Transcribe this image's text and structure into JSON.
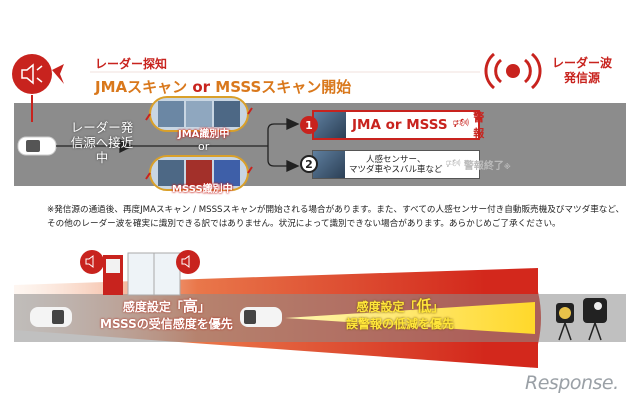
{
  "header": {
    "detect_label": "レーダー探知",
    "scan_jma": "JMAスキャン",
    "scan_or": " or ",
    "scan_msss": "MSSSスキャン開始",
    "source_label_line1": "レーダー波",
    "source_label_line2": "発信源"
  },
  "flow": {
    "approach_label": "レーダー発信源へ接近中",
    "jma_identifying": "JMA識別中",
    "or_label": "or",
    "msss_identifying": "MSSS識別中",
    "result1": {
      "number": "1",
      "text": "JMA or MSSS",
      "action": "警報"
    },
    "result2": {
      "number": "2",
      "text_line1": "人感センサー、",
      "text_line2": "マツダ車やスバル車など",
      "action": "警報終了",
      "mark": "※"
    }
  },
  "footnote": {
    "line1": "※発信源の通過後、再度JMAスキャン / MSSSスキャンが開始される場合があります。また、すべての人感センサー付き自動販売機及びマツダ車など、",
    "line2": "その他のレーダー波を確実に識別できる訳ではありません。状況によって識別できない場合があります。あらかじめご了承ください。"
  },
  "sensitivity": {
    "high_prefix": "感度設定「",
    "high_value": "高",
    "high_suffix": "」",
    "high_desc": "MSSSの受信感度を優先",
    "low_prefix": "感度設定「",
    "low_value": "低",
    "low_suffix": "」",
    "low_desc": "誤警報の低減を優先"
  },
  "watermark": "Response.",
  "colors": {
    "accent_red": "#c8231e",
    "orange": "#d9781c",
    "band_gray": "#8c8c8c",
    "beam_yellow": "#ffe63a"
  }
}
